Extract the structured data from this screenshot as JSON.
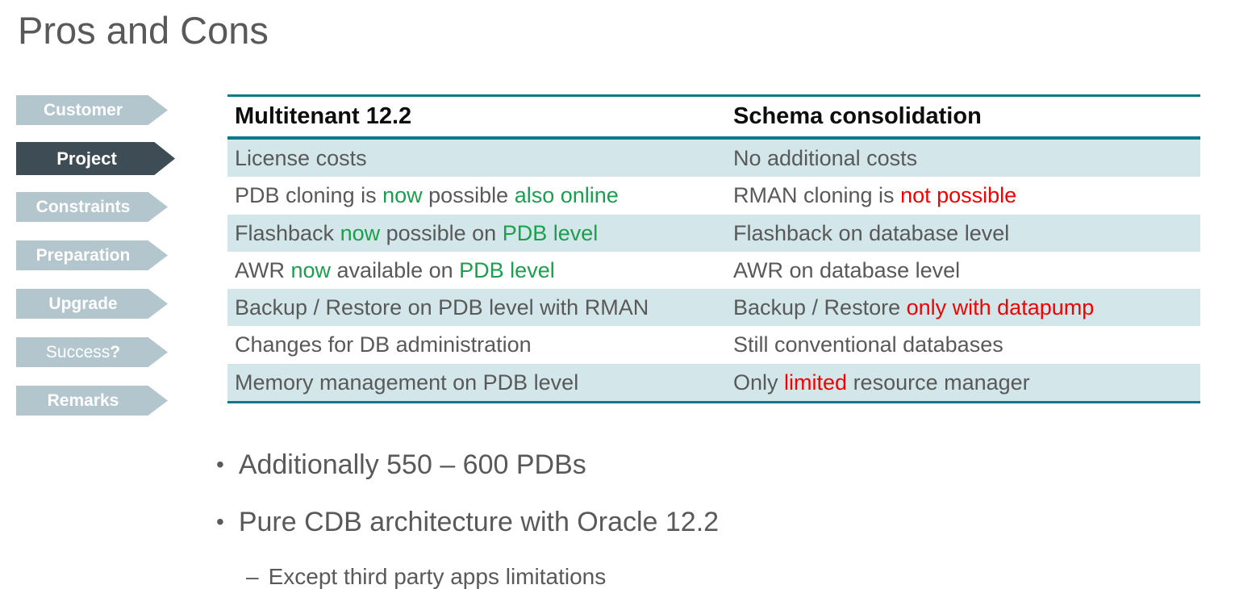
{
  "slide": {
    "title": "Pros and Cons"
  },
  "sidebar": {
    "items": [
      {
        "text": "Customer",
        "active": false,
        "weight": "bold"
      },
      {
        "text": "Project",
        "active": true,
        "weight": "bold"
      },
      {
        "text": "Constraints",
        "active": false,
        "weight": "bold"
      },
      {
        "text": "Preparation",
        "active": false,
        "weight": "bold"
      },
      {
        "text": "Upgrade",
        "active": false,
        "weight": "bold"
      },
      {
        "text": "Success",
        "active": false,
        "weight": "normal",
        "suffix": "?"
      },
      {
        "text": "Remarks",
        "active": false,
        "weight": "bold"
      }
    ]
  },
  "table": {
    "headers": [
      "Multitenant 12.2",
      "Schema consolidation"
    ],
    "rows": [
      {
        "left": [
          {
            "t": "License costs",
            "c": "default"
          }
        ],
        "right": [
          {
            "t": "No additional costs",
            "c": "default"
          }
        ]
      },
      {
        "left": [
          {
            "t": "PDB cloning is ",
            "c": "default"
          },
          {
            "t": "now",
            "c": "green"
          },
          {
            "t": " possible ",
            "c": "default"
          },
          {
            "t": "also online",
            "c": "green"
          }
        ],
        "right": [
          {
            "t": "RMAN cloning is ",
            "c": "default"
          },
          {
            "t": "not possible",
            "c": "red"
          }
        ]
      },
      {
        "left": [
          {
            "t": "Flashback ",
            "c": "default"
          },
          {
            "t": "now",
            "c": "green"
          },
          {
            "t": " possible on ",
            "c": "default"
          },
          {
            "t": "PDB level",
            "c": "green"
          }
        ],
        "right": [
          {
            "t": "Flashback on database level",
            "c": "default"
          }
        ]
      },
      {
        "left": [
          {
            "t": "AWR ",
            "c": "default"
          },
          {
            "t": "now",
            "c": "green"
          },
          {
            "t": " available on ",
            "c": "default"
          },
          {
            "t": "PDB level",
            "c": "green"
          }
        ],
        "right": [
          {
            "t": "AWR on database level",
            "c": "default"
          }
        ]
      },
      {
        "left": [
          {
            "t": "Backup / Restore on PDB level with RMAN",
            "c": "default"
          }
        ],
        "right": [
          {
            "t": "Backup / Restore ",
            "c": "default"
          },
          {
            "t": "only with datapump",
            "c": "red"
          }
        ]
      },
      {
        "left": [
          {
            "t": "Changes for DB administration",
            "c": "default"
          }
        ],
        "right": [
          {
            "t": "Still conventional databases",
            "c": "default"
          }
        ]
      },
      {
        "left": [
          {
            "t": "Memory management on PDB level",
            "c": "default"
          }
        ],
        "right": [
          {
            "t": "Only ",
            "c": "default"
          },
          {
            "t": "limited",
            "c": "red"
          },
          {
            "t": " resource manager",
            "c": "default"
          }
        ]
      }
    ]
  },
  "bullets": {
    "items": [
      {
        "marker": "•",
        "text": "Additionally 550 – 600 PDBs",
        "level": 1
      },
      {
        "marker": "•",
        "text": "Pure CDB architecture with Oracle 12.2",
        "level": 1
      },
      {
        "marker": "–",
        "text": "Except third party apps limitations",
        "level": 2
      }
    ]
  },
  "colors": {
    "accent_teal": "#0d7a8a",
    "row_alt_blue": "#d3e7ea",
    "text_gray": "#595959",
    "green": "#1d9e4f",
    "red": "#f50002",
    "sidebar_light": "#b3c6cd",
    "sidebar_dark": "#3e4d55"
  }
}
